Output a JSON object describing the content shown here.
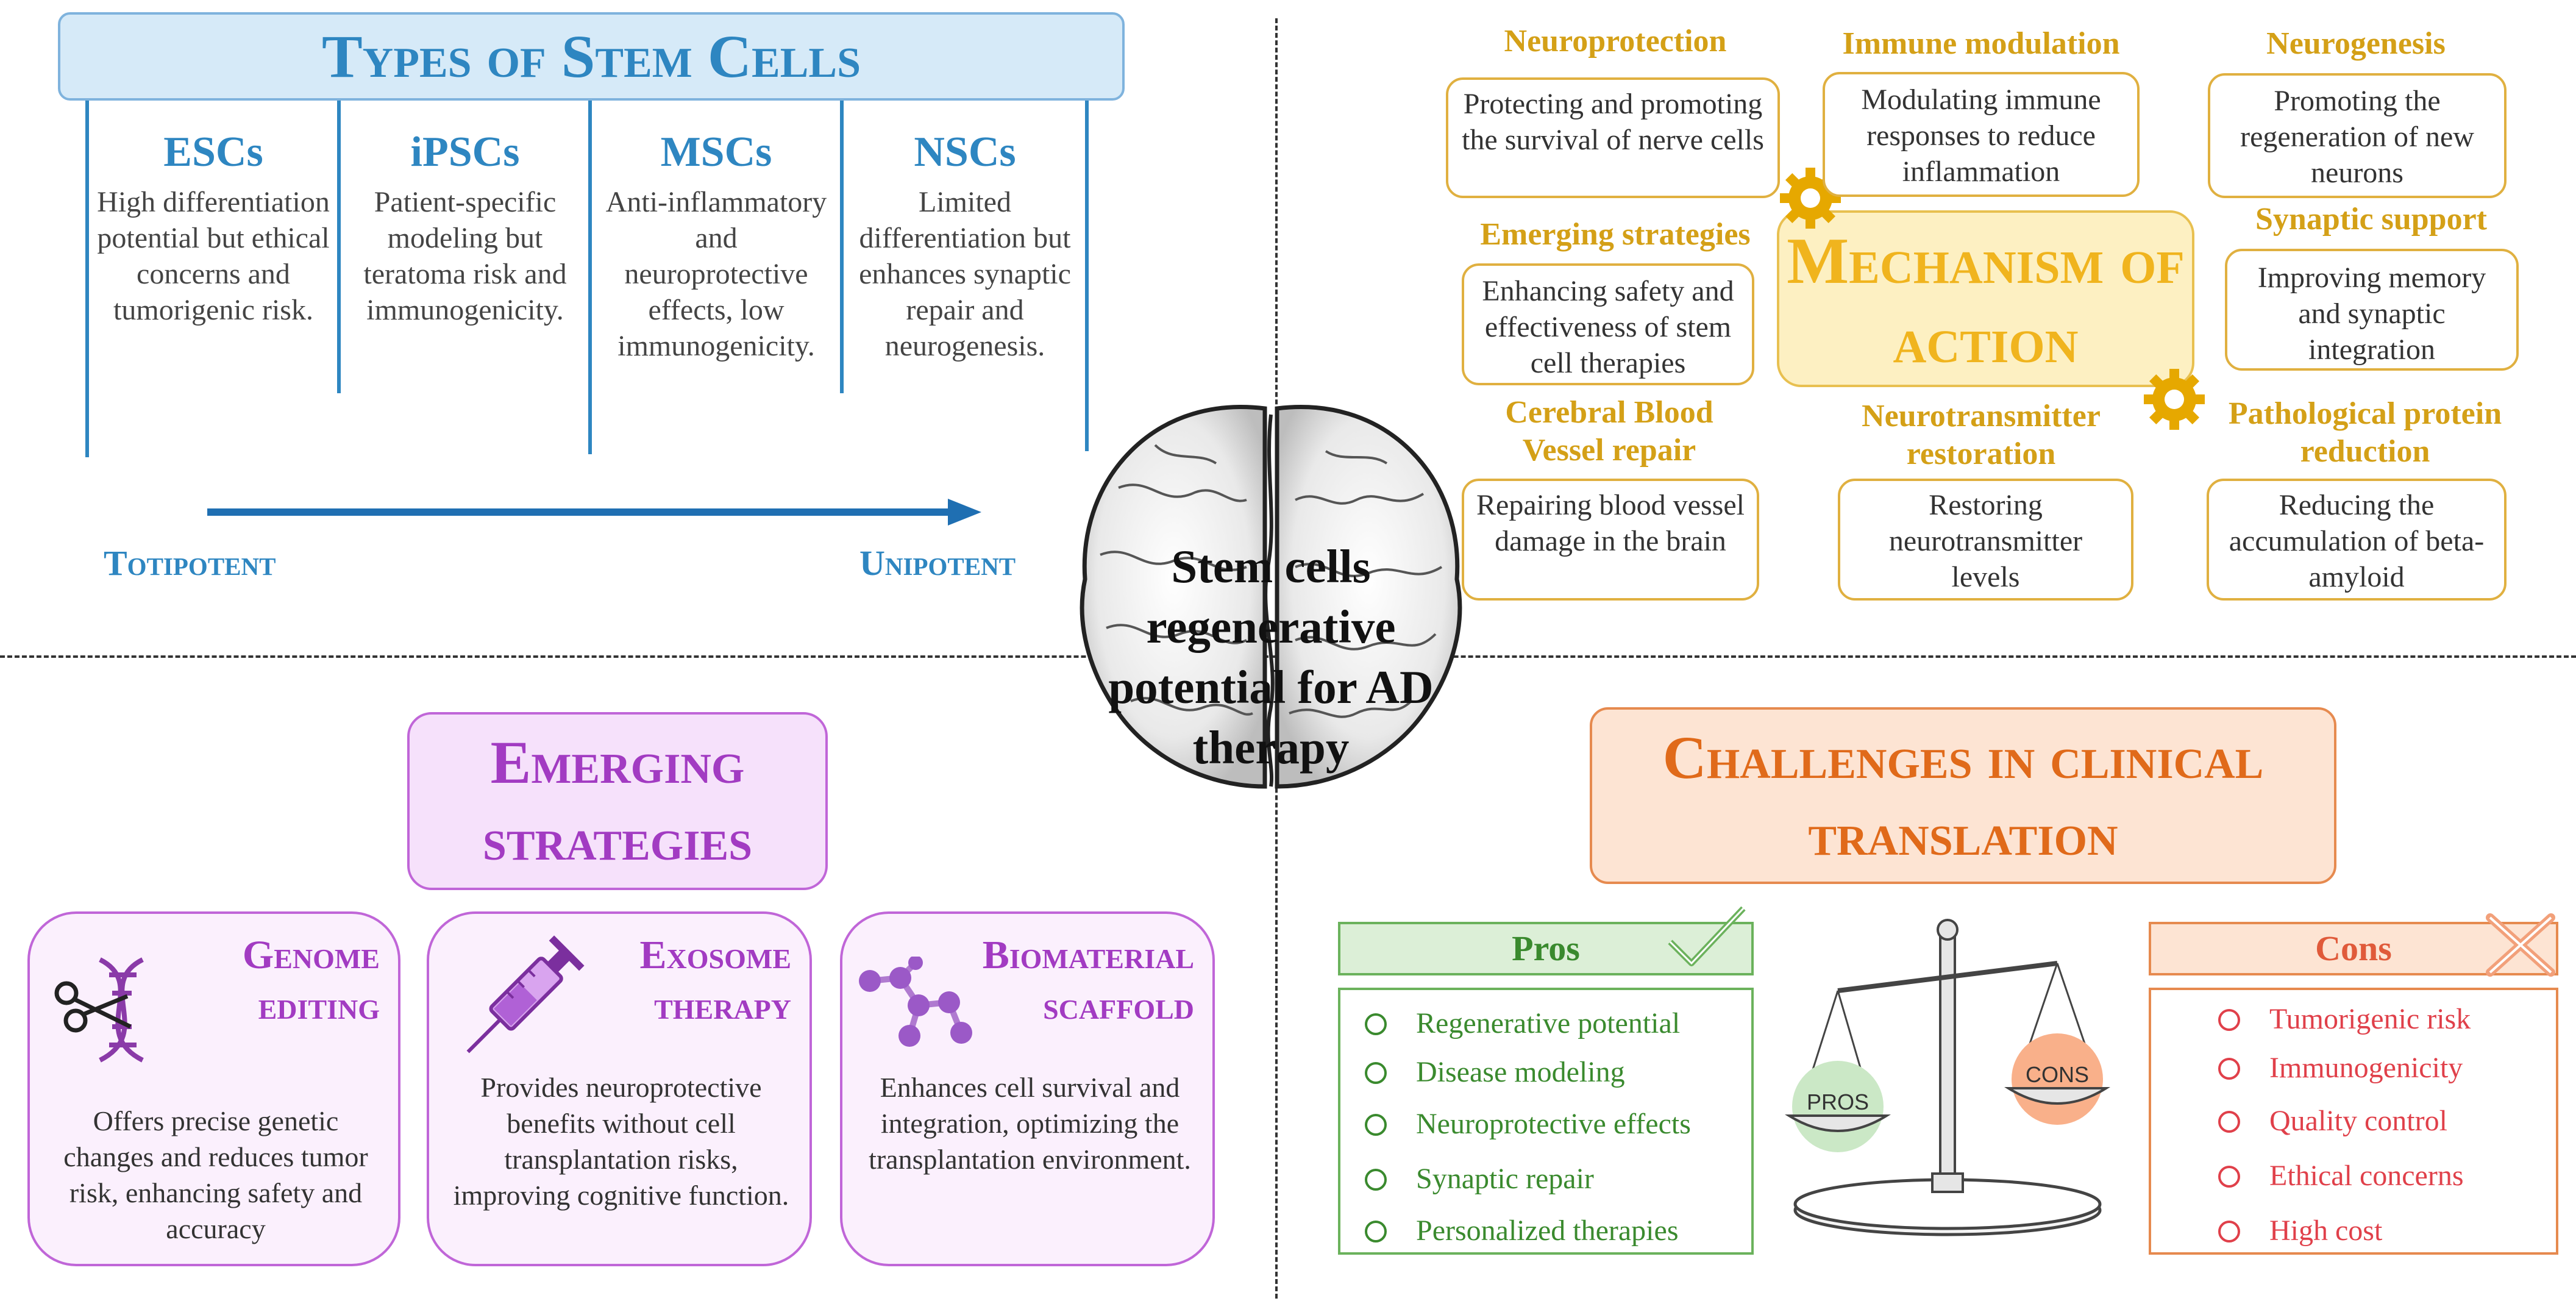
{
  "central": {
    "label": "Stem cells regenerative potential for AD therapy"
  },
  "types": {
    "title": "Types of Stem Cells",
    "columns": [
      {
        "name": "ESCs",
        "desc": "High differentiation potential but ethical concerns and tumorigenic risk."
      },
      {
        "name": "iPSCs",
        "desc": "Patient-specific modeling but teratoma risk and immunogenicity."
      },
      {
        "name": "MSCs",
        "desc": "Anti-inflammatory and neuroprotective effects, low immunogenicity."
      },
      {
        "name": "NSCs",
        "desc": "Limited differentiation but enhances synaptic repair and neurogenesis."
      }
    ],
    "axis_left": "Totipotent",
    "axis_right": "Unipotent"
  },
  "mechanism": {
    "title": "Mechanism of action",
    "items": [
      {
        "label": "Neuroprotection",
        "desc": "Protecting and promoting the survival of nerve cells"
      },
      {
        "label": "Immune modulation",
        "desc": "Modulating immune responses to reduce inflammation"
      },
      {
        "label": "Neurogenesis",
        "desc": "Promoting the regeneration of new neurons"
      },
      {
        "label": "Emerging strategies",
        "desc": "Enhancing safety and effectiveness of stem cell therapies"
      },
      {
        "label": "Synaptic support",
        "desc": "Improving memory and synaptic integration"
      },
      {
        "label": "Cerebral Blood Vessel repair",
        "desc": "Repairing blood vessel damage in the brain"
      },
      {
        "label": "Neurotransmitter restoration",
        "desc": "Restoring neurotransmitter levels"
      },
      {
        "label": "Pathological protein reduction",
        "desc": "Reducing the accumulation of beta-amyloid"
      }
    ],
    "accent": "#f0b41e"
  },
  "emerging": {
    "title": "Emerging strategies",
    "cards": [
      {
        "head1": "Genome",
        "head2": "editing",
        "desc": "Offers precise genetic changes and reduces tumor risk, enhancing safety and accuracy",
        "icon": "dna-scissors-icon"
      },
      {
        "head1": "Exosome",
        "head2": "therapy",
        "desc": "Provides neuroprotective benefits without cell transplantation risks, improving cognitive function.",
        "icon": "syringe-icon"
      },
      {
        "head1": "Biomaterial",
        "head2": "scaffold",
        "desc": "Enhances cell survival and integration, optimizing the transplantation environment.",
        "icon": "molecule-scaffold-icon"
      }
    ],
    "accent": "#a23bc2"
  },
  "challenges": {
    "title": "Challenges in clinical translation",
    "pros_label": "Pros",
    "cons_label": "Cons",
    "pros": [
      "Regenerative potential",
      "Disease modeling",
      "Neuroprotective effects",
      "Synaptic repair",
      "Personalized therapies"
    ],
    "cons": [
      "Tumorigenic risk",
      "Immunogenicity",
      "Quality control",
      "Ethical concerns",
      "High cost"
    ],
    "scale_pros": "PROS",
    "scale_cons": "CONS",
    "accent": "#e06a1a"
  }
}
